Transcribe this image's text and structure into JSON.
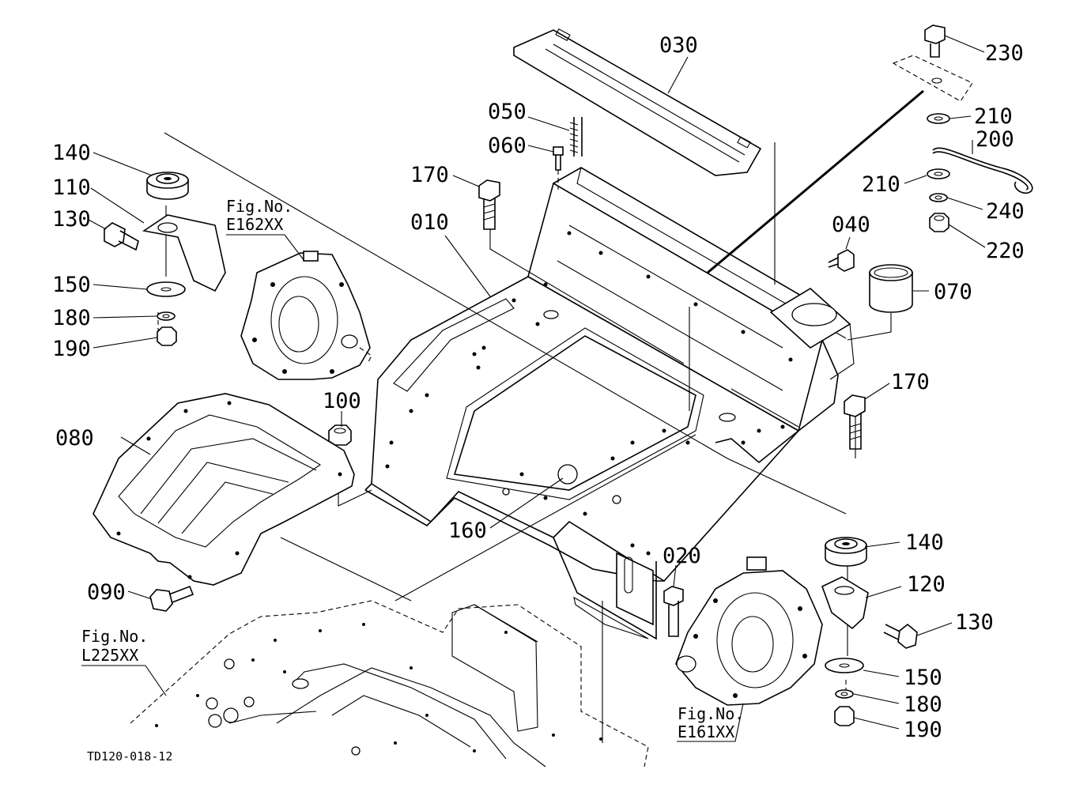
{
  "diagram": {
    "part_labels": {
      "p010": "010",
      "p020": "020",
      "p030": "030",
      "p040": "040",
      "p050": "050",
      "p060": "060",
      "p070": "070",
      "p080": "080",
      "p090": "090",
      "p100": "100",
      "p110": "110",
      "p120": "120",
      "p130_left": "130",
      "p130_right": "130",
      "p140_left": "140",
      "p140_right": "140",
      "p150_left": "150",
      "p150_right": "150",
      "p160": "160",
      "p170_left": "170",
      "p170_right": "170",
      "p180_left": "180",
      "p180_right": "180",
      "p190_left": "190",
      "p190_right": "190",
      "p200": "200",
      "p210_top": "210",
      "p210_bottom": "210",
      "p220": "220",
      "p230": "230",
      "p240": "240"
    },
    "figure_refs": {
      "e162": {
        "title": "Fig.No.",
        "code": "E162XX"
      },
      "e161": {
        "title": "Fig.No.",
        "code": "E161XX"
      },
      "l225": {
        "title": "Fig.No.",
        "code": "L225XX"
      }
    },
    "drawing_code": "TD120-018-12"
  }
}
